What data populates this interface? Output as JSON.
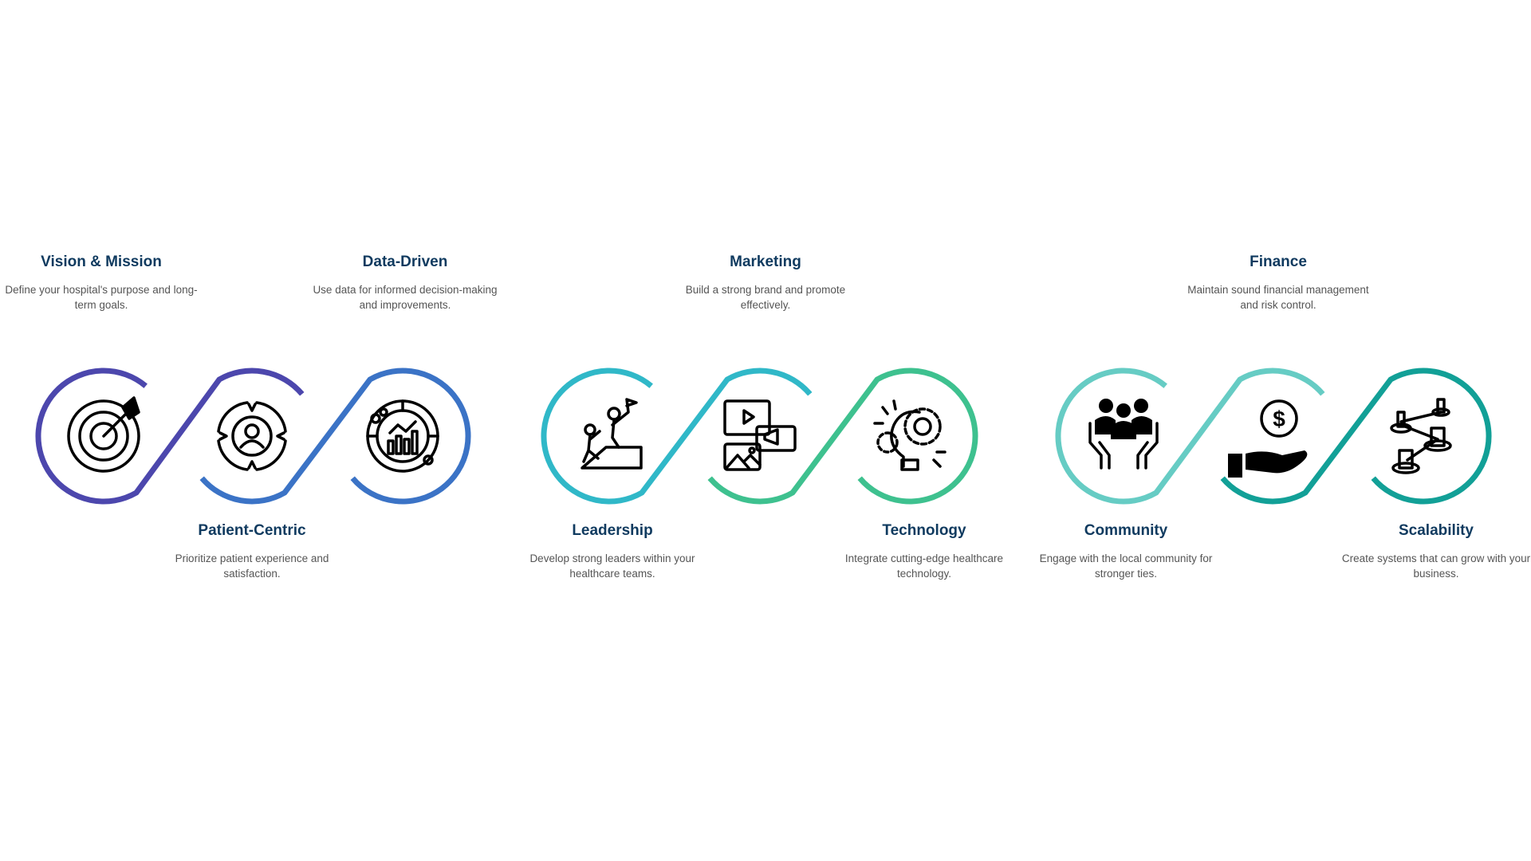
{
  "groups": [
    {
      "colors": [
        "#4c47ad",
        "#3b73c6"
      ]
    },
    {
      "colors": [
        "#30b8c8",
        "#3ec18f"
      ]
    },
    {
      "colors": [
        "#66ccc4",
        "#12a097"
      ]
    }
  ],
  "items": [
    {
      "title": "Vision & Mission",
      "desc": "Define your hospital's purpose and long-term goals.",
      "icon": "target-icon",
      "pos": "top"
    },
    {
      "title": "Patient-Centric",
      "desc": "Prioritize patient experience and satisfaction.",
      "icon": "patient-cycle-icon",
      "pos": "bottom"
    },
    {
      "title": "Data-Driven",
      "desc": "Use data for informed decision-making and improvements.",
      "icon": "data-chart-icon",
      "pos": "top"
    },
    {
      "title": "Leadership",
      "desc": "Develop strong leaders within your healthcare teams.",
      "icon": "climbing-people-icon",
      "pos": "bottom"
    },
    {
      "title": "Marketing",
      "desc": "Build a strong brand and promote effectively.",
      "icon": "media-megaphone-icon",
      "pos": "top"
    },
    {
      "title": "Technology",
      "desc": "Integrate cutting-edge healthcare technology.",
      "icon": "lightbulb-gears-icon",
      "pos": "bottom"
    },
    {
      "title": "Community",
      "desc": "Engage with the local community for stronger ties.",
      "icon": "hands-people-icon",
      "pos": "bottom"
    },
    {
      "title": "Finance",
      "desc": "Maintain sound financial management and risk control.",
      "icon": "hand-dollar-icon",
      "pos": "top"
    },
    {
      "title": "Scalability",
      "desc": "Create systems that can grow with your business.",
      "icon": "network-growth-icon",
      "pos": "bottom"
    }
  ]
}
